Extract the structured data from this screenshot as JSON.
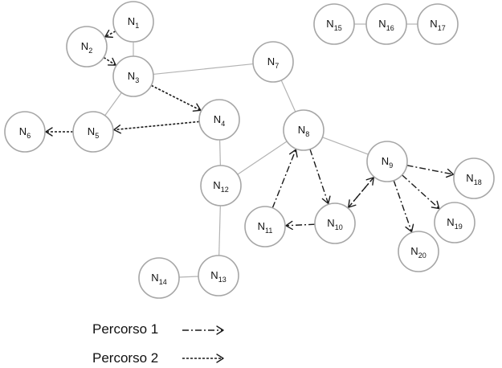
{
  "diagram": {
    "nodes": [
      {
        "id": "N1",
        "base": "N",
        "sub": "1"
      },
      {
        "id": "N2",
        "base": "N",
        "sub": "2"
      },
      {
        "id": "N3",
        "base": "N",
        "sub": "3"
      },
      {
        "id": "N4",
        "base": "N",
        "sub": "4"
      },
      {
        "id": "N5",
        "base": "N",
        "sub": "5"
      },
      {
        "id": "N6",
        "base": "N",
        "sub": "6"
      },
      {
        "id": "N7",
        "base": "N",
        "sub": "7"
      },
      {
        "id": "N8",
        "base": "N",
        "sub": "8"
      },
      {
        "id": "N9",
        "base": "N",
        "sub": "9"
      },
      {
        "id": "N10",
        "base": "N",
        "sub": "10"
      },
      {
        "id": "N11",
        "base": "N",
        "sub": "11"
      },
      {
        "id": "N12",
        "base": "N",
        "sub": "12"
      },
      {
        "id": "N13",
        "base": "N",
        "sub": "13"
      },
      {
        "id": "N14",
        "base": "N",
        "sub": "14"
      },
      {
        "id": "N15",
        "base": "N",
        "sub": "15"
      },
      {
        "id": "N16",
        "base": "N",
        "sub": "16"
      },
      {
        "id": "N17",
        "base": "N",
        "sub": "17"
      },
      {
        "id": "N18",
        "base": "N",
        "sub": "18"
      },
      {
        "id": "N19",
        "base": "N",
        "sub": "19"
      },
      {
        "id": "N20",
        "base": "N",
        "sub": "20"
      }
    ],
    "edges": [
      [
        "N1",
        "N3"
      ],
      [
        "N3",
        "N7"
      ],
      [
        "N3",
        "N5"
      ],
      [
        "N4",
        "N12"
      ],
      [
        "N7",
        "N8"
      ],
      [
        "N8",
        "N12"
      ],
      [
        "N8",
        "N9"
      ],
      [
        "N12",
        "N13"
      ],
      [
        "N13",
        "N14"
      ],
      [
        "N15",
        "N16"
      ],
      [
        "N16",
        "N17"
      ]
    ],
    "percorso1": [
      [
        "N11",
        "N8"
      ],
      [
        "N8",
        "N10"
      ],
      [
        "N10",
        "N11"
      ],
      [
        "N10",
        "N9"
      ],
      [
        "N9",
        "N10"
      ],
      [
        "N9",
        "N18"
      ],
      [
        "N9",
        "N19"
      ],
      [
        "N9",
        "N20"
      ]
    ],
    "percorso2": [
      [
        "N1",
        "N2"
      ],
      [
        "N2",
        "N3"
      ],
      [
        "N3",
        "N4"
      ],
      [
        "N4",
        "N5"
      ],
      [
        "N5",
        "N6"
      ]
    ]
  },
  "legend": {
    "items": [
      {
        "label": "Percorso 1",
        "style": "dash-dot-arrow"
      },
      {
        "label": "Percorso 2",
        "style": "dashed-arrow"
      }
    ]
  }
}
